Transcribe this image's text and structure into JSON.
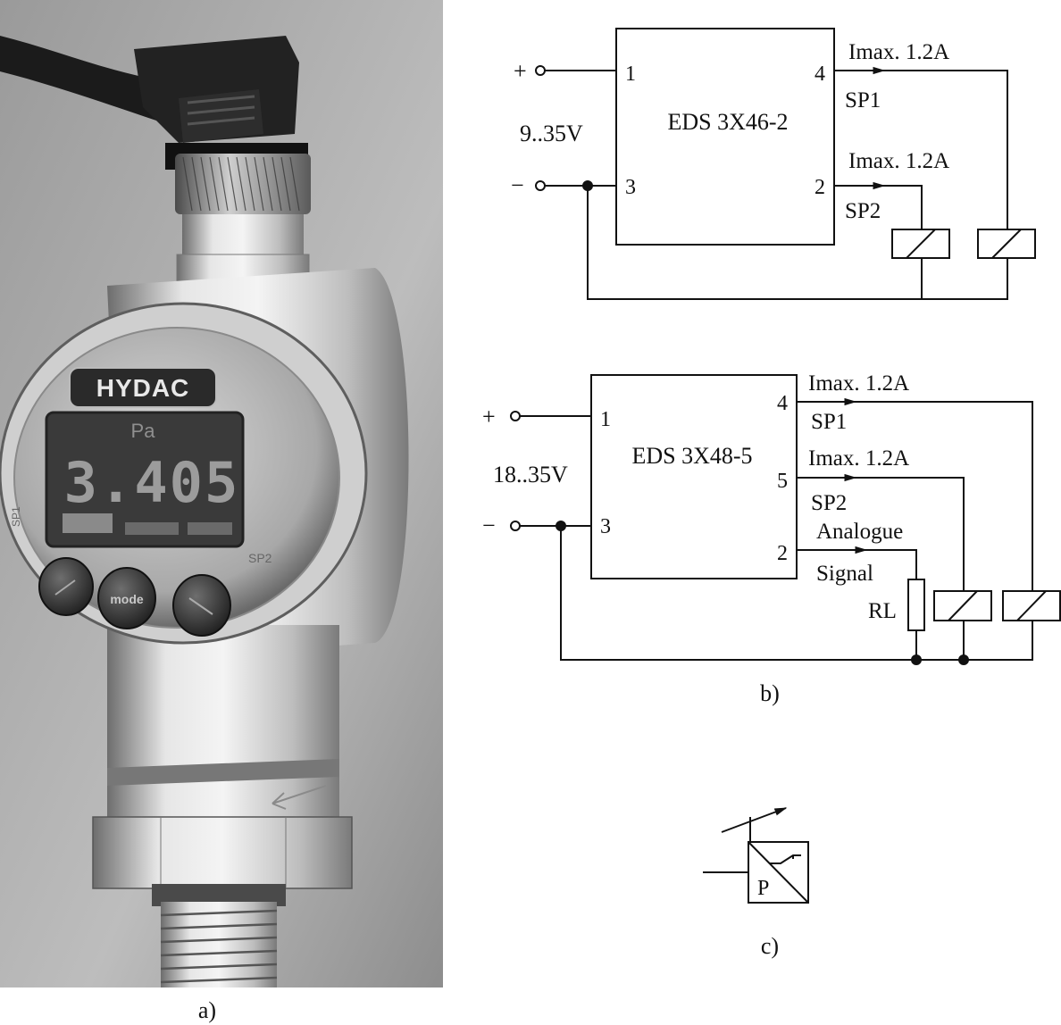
{
  "photo": {
    "brand": "HYDAC",
    "display_value": "3.405",
    "display_unit": "Pa",
    "buttons": [
      "mode"
    ],
    "side_label_left": "SP1",
    "side_label_right": "SP2",
    "caption": "a)"
  },
  "diagram_a": {
    "device": "EDS 3X46-2",
    "plus": "+",
    "minus": "−",
    "supply": "9..35V",
    "pins": {
      "p1": "1",
      "p3": "3",
      "p4": "4",
      "p2": "2"
    },
    "current1": "Imax. 1.2A",
    "current2": "Imax. 1.2A",
    "sp1": "SP1",
    "sp2": "SP2"
  },
  "diagram_b": {
    "device": "EDS 3X48-5",
    "plus": "+",
    "minus": "−",
    "supply": "18..35V",
    "pins": {
      "p1": "1",
      "p3": "3",
      "p4": "4",
      "p5": "5",
      "p2": "2"
    },
    "current1": "Imax. 1.2A",
    "current2": "Imax. 1.2A",
    "sp1": "SP1",
    "sp2": "SP2",
    "analogue": "Analogue",
    "signal": "Signal",
    "load": "RL",
    "caption": "b)"
  },
  "symbol_c": {
    "letter": "P",
    "caption": "c)"
  }
}
